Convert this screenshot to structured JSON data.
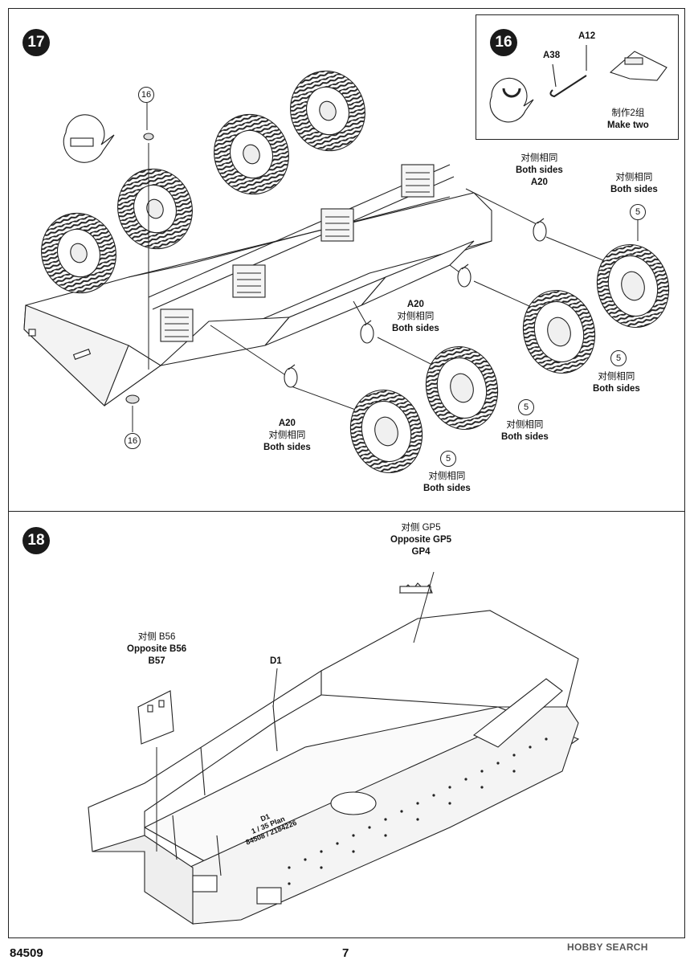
{
  "page": {
    "model_number": "84509",
    "page_number": "7",
    "watermark": "HOBBY SEARCH"
  },
  "step17": {
    "number": "17",
    "refs": {
      "top": "16",
      "bottom": "16"
    },
    "labels": {
      "a20_left": {
        "code": "A20",
        "cn": "对侧相同",
        "en": "Both sides"
      },
      "a20_mid": {
        "code": "A20",
        "cn": "对侧相同",
        "en": "Both sides"
      },
      "a20_top": {
        "cn": "对侧相同",
        "en": "Both sides",
        "code": "A20"
      },
      "wheel1": {
        "ref": "5",
        "cn": "对侧相同",
        "en": "Both sides"
      },
      "wheel2": {
        "ref": "5",
        "cn": "对侧相同",
        "en": "Both sides"
      },
      "wheel3": {
        "ref": "5",
        "cn": "对侧相同",
        "en": "Both sides"
      },
      "wheel4": {
        "ref": "5",
        "cn": "对侧相同",
        "en": "Both sides"
      }
    }
  },
  "step16": {
    "number": "16",
    "part_a38": "A38",
    "part_a12": "A12",
    "note_cn": "制作2组",
    "note_en": "Make two"
  },
  "step18": {
    "number": "18",
    "part_d1": "D1",
    "b_label": {
      "cn": "对侧 B56",
      "en": "Opposite B56",
      "code": "B57"
    },
    "gp_label": {
      "cn": "对侧 GP5",
      "en": "Opposite GP5",
      "code": "GP4"
    },
    "hull_text": [
      "D1",
      "1 / 35 Plan",
      "84508 / 2184226"
    ]
  }
}
